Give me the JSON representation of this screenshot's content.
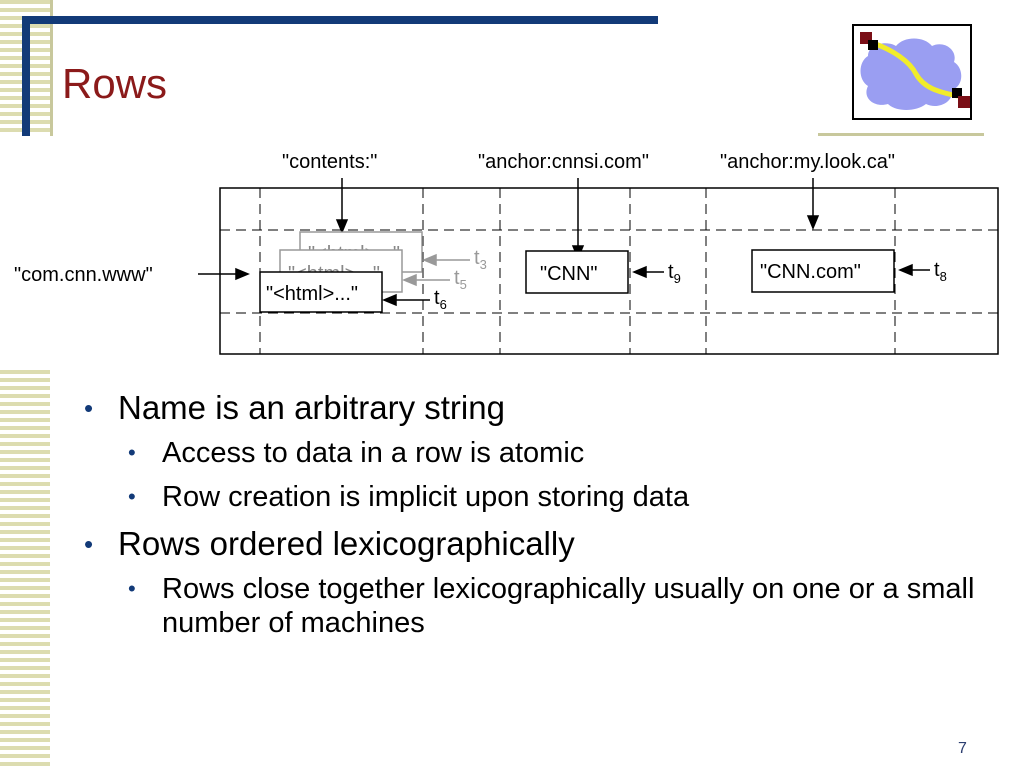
{
  "slide": {
    "title": "Rows",
    "page_number": "7"
  },
  "diagram": {
    "column_labels": [
      "\"contents:\"",
      "\"anchor:cnnsi.com\"",
      "\"anchor:my.look.ca\""
    ],
    "row_label": "\"com.cnn.www\"",
    "cells": {
      "contents_versions": [
        "\"<html>...\"",
        "\"<html>...\"",
        "\"<html>...\""
      ],
      "anchor_cnnsi": "\"CNN\"",
      "anchor_mylook": "\"CNN.com\""
    },
    "timestamps": {
      "t3": {
        "base": "t",
        "sub": "3"
      },
      "t5": {
        "base": "t",
        "sub": "5"
      },
      "t6": {
        "base": "t",
        "sub": "6"
      },
      "t9": {
        "base": "t",
        "sub": "9"
      },
      "t8": {
        "base": "t",
        "sub": "8"
      }
    }
  },
  "bullets": [
    {
      "level": 1,
      "text": "Name is an arbitrary string"
    },
    {
      "level": 2,
      "text": "Access to data in a row is atomic"
    },
    {
      "level": 2,
      "text": "Row creation is implicit upon storing data"
    },
    {
      "level": 1,
      "text": "Rows ordered lexicographically"
    },
    {
      "level": 2,
      "text": "Rows close together lexicographically usually on one or a small number of machines"
    }
  ],
  "colors": {
    "title": "#8b1a1a",
    "accent_bar": "#123a78",
    "stripes": "#dcdcb0",
    "logo_cloud": "#9a9ef2",
    "logo_path": "#f1ec2a",
    "logo_node": "#7a0e16"
  },
  "icons": {
    "logo": "network-cloud-icon",
    "bullet": "bullet-dot-icon"
  }
}
